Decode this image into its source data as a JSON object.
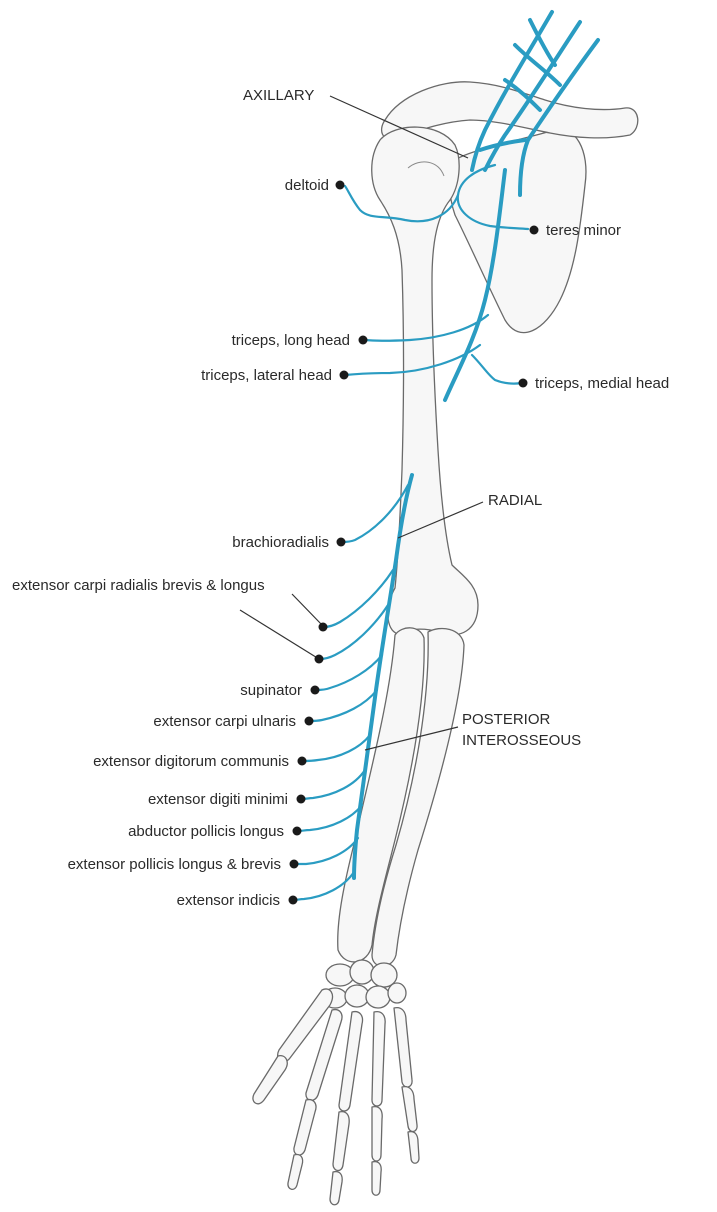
{
  "colors": {
    "nerve": "#2a9cc2",
    "bone_fill": "#f7f7f7",
    "bone_outline": "#6a6a6a",
    "dot": "#1a1a1a"
  },
  "nerves": {
    "axillary": "AXILLARY",
    "radial": "RADIAL",
    "posterior_interosseous_line1": "POSTERIOR",
    "posterior_interosseous_line2": "INTEROSSEOUS"
  },
  "muscles": {
    "deltoid": "deltoid",
    "teres_minor": "teres minor",
    "triceps_long_head": "triceps, long head",
    "triceps_lateral_head": "triceps, lateral head",
    "triceps_medial_head": "triceps, medial head",
    "brachioradialis": "brachioradialis",
    "extensor_carpi_radialis": "extensor carpi radialis brevis & longus",
    "supinator": "supinator",
    "extensor_carpi_ulnaris": "extensor carpi ulnaris",
    "extensor_digitorum_communis": "extensor digitorum communis",
    "extensor_digiti_minimi": "extensor digiti minimi",
    "abductor_pollicis_longus": "abductor pollicis longus",
    "extensor_pollicis": "extensor pollicis longus & brevis",
    "extensor_indicis": "extensor indicis"
  }
}
